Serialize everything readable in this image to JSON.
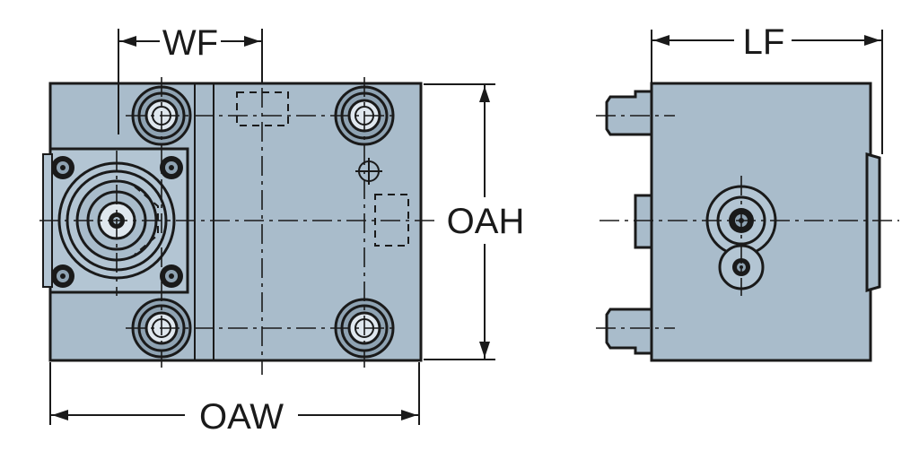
{
  "colors": {
    "body": "#a9bccb",
    "line": "#1a1a1a",
    "background": "#ffffff"
  },
  "labels": {
    "wf": "WF",
    "oah": "OAH",
    "oaw": "OAW",
    "lf": "LF"
  }
}
